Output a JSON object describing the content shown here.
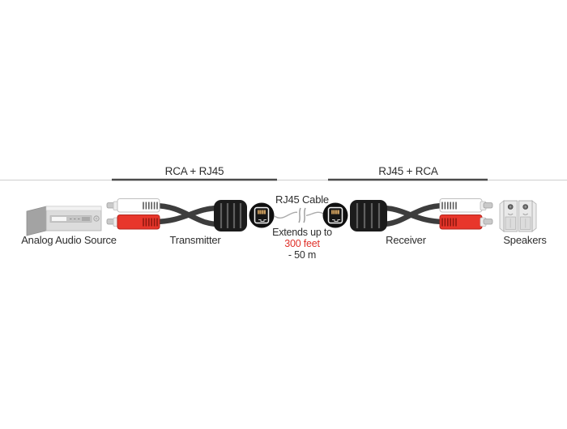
{
  "page": {
    "background": "#ffffff",
    "description": "Audio over RJ45 extender connection diagram"
  },
  "header_groups": {
    "left": {
      "label": "RCA + RJ45"
    },
    "right": {
      "label": "RJ45 + RCA"
    }
  },
  "devices": {
    "source": {
      "label": "Analog Audio Source"
    },
    "transmitter": {
      "label": "Transmitter"
    },
    "receiver": {
      "label": "Receiver"
    },
    "speakers": {
      "label": "Speakers"
    }
  },
  "link": {
    "cable_label": "RJ45 Cable",
    "extends_line1": "Extends up to",
    "extends_line2": "300 feet",
    "extends_line3": "- 50 m"
  },
  "colors": {
    "accent_red": "#e0312a",
    "rca_red": "#e8362b",
    "text_dark": "#2e2e2e",
    "cable_dark_gray": "#3d3d3d",
    "bracket_dark": "#4b4b4b",
    "rule_light": "#d4d4d4",
    "connector_black": "#1b1b1b",
    "rj45_contact_gold": "#c59a5f"
  },
  "icons": {
    "audio_source": "audio-source-icon",
    "white_rca_plug": "rca-plug-white-icon",
    "red_rca_plug": "rca-plug-red-icon",
    "transmitter_body": "ferrite-barrel-icon",
    "rj45_port": "rj45-port-icon",
    "cable_break": "cable-break-icon",
    "speakers": "speakers-icon"
  }
}
